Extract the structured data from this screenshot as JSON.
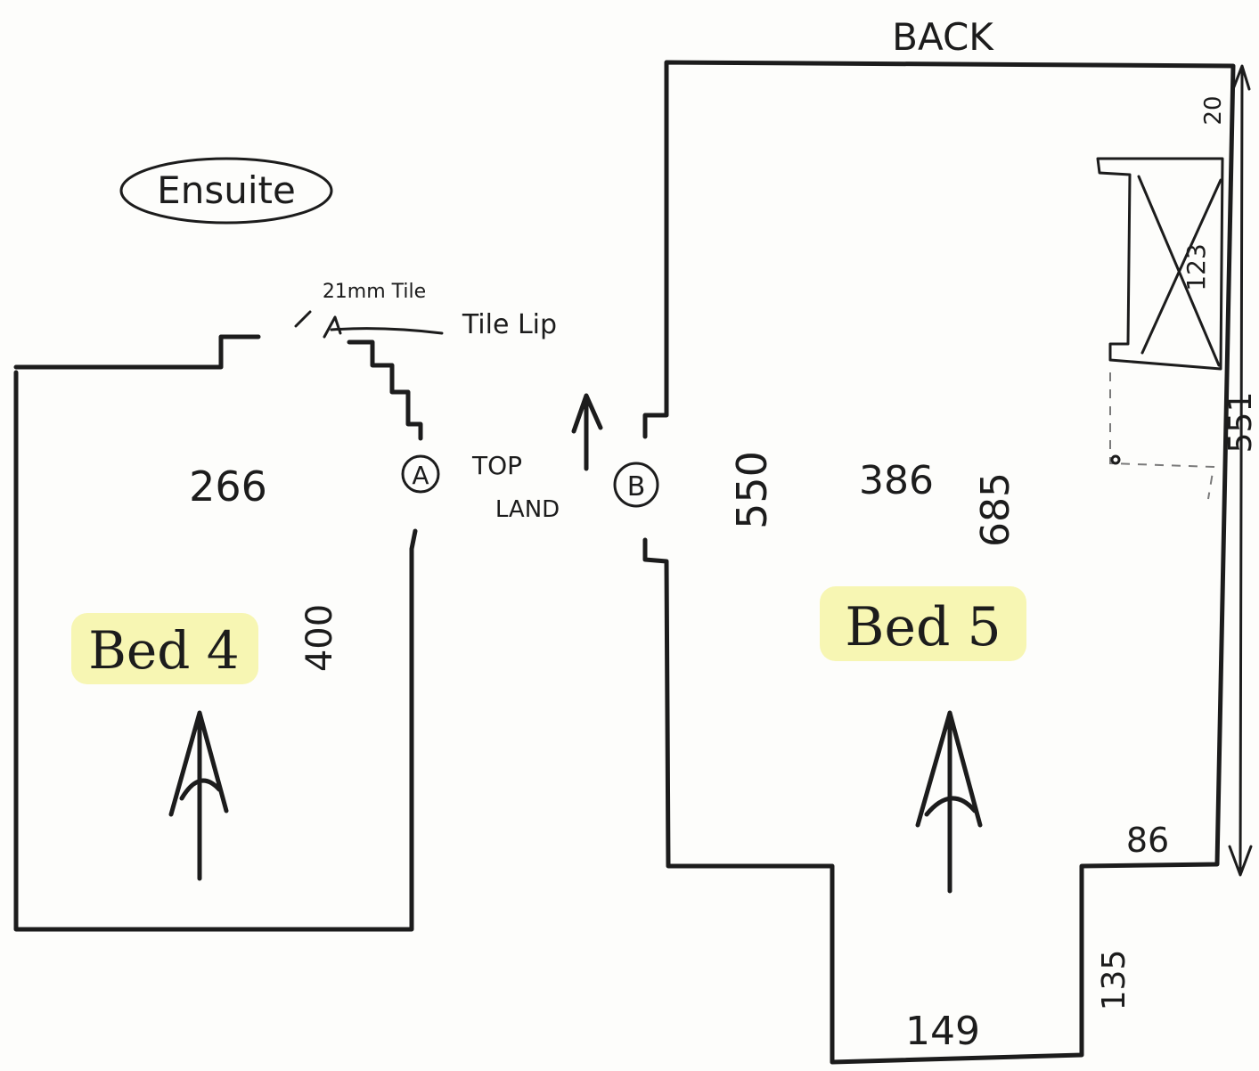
{
  "colors": {
    "ink": "#1c1c1c",
    "highlight": "#f6f5a6",
    "paper": "#fdfdfb"
  },
  "labels": {
    "back": "BACK",
    "ensuite": "Ensuite",
    "tile_thickness": "21mm Tile",
    "tile_lip": "Tile Lip",
    "top_land_line1": "TOP",
    "top_land_line2": "LAND",
    "marker_a": "A",
    "marker_b": "B",
    "bed4": "Bed 4",
    "bed5": "Bed 5"
  },
  "dimensions": {
    "bed4_width": "266",
    "bed4_depth": "400",
    "bed5_width": "386",
    "bed5_depth_1": "550",
    "bed5_depth_2": "685",
    "wardrobe_depth": "20",
    "wardrobe_length": "123",
    "right_wall_total": "551",
    "bay_offset": "86",
    "bay_depth": "135",
    "bay_width": "149"
  }
}
